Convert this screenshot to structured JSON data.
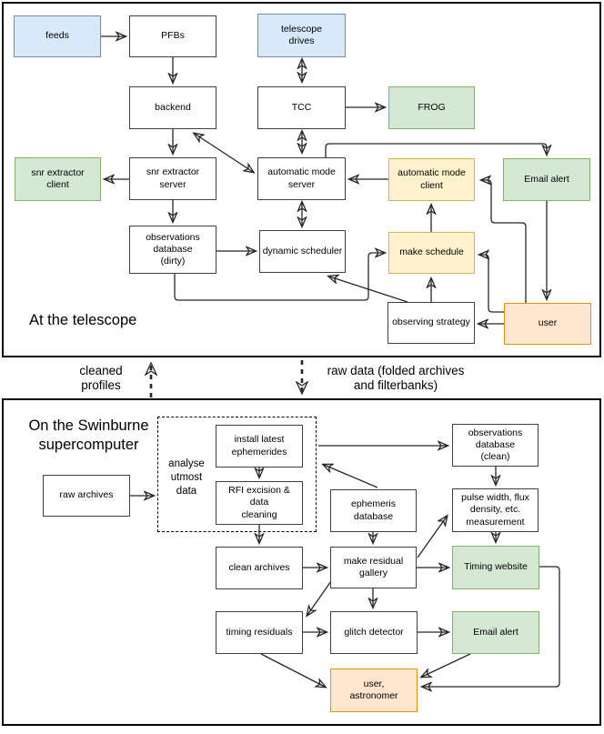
{
  "sections": {
    "telescope": {
      "label": "At the telescope"
    },
    "supercomputer": {
      "label": "On the Swinburne\nsupercomputer"
    }
  },
  "divider": {
    "cleaned_profiles_label": "cleaned\nprofiles",
    "raw_data_label": "raw data (folded archives\nand filterbanks)"
  },
  "group": {
    "analyse-utmost-data": {
      "label": "analyse\nutmost\ndata"
    }
  },
  "nodes": {
    "feeds": {
      "label": "feeds",
      "type": "blue"
    },
    "pfbs": {
      "label": "PFBs",
      "type": "white"
    },
    "telescope-drives": {
      "label": "telescope\ndrives",
      "type": "blue"
    },
    "backend": {
      "label": "backend",
      "type": "white"
    },
    "tcc": {
      "label": "TCC",
      "type": "white"
    },
    "frog": {
      "label": "FROG",
      "type": "green"
    },
    "snr-extractor-client": {
      "label": "snr extractor\nclient",
      "type": "green"
    },
    "snr-extractor-server": {
      "label": "snr extractor\nserver",
      "type": "white"
    },
    "automatic-mode-server": {
      "label": "automatic mode\nserver",
      "type": "white"
    },
    "automatic-mode-client": {
      "label": "automatic mode\nclient",
      "type": "yellow"
    },
    "email-alert-telescope": {
      "label": "Email alert",
      "type": "green"
    },
    "observations-database-dirty": {
      "label": "observations\ndatabase\n(dirty)",
      "type": "white"
    },
    "dynamic-scheduler": {
      "label": "dynamic scheduler",
      "type": "white"
    },
    "make-schedule": {
      "label": "make schedule",
      "type": "yellow"
    },
    "observing-strategy": {
      "label": "observing strategy",
      "type": "white"
    },
    "user": {
      "label": "user",
      "type": "orange"
    },
    "raw-archives": {
      "label": "raw archives",
      "type": "white"
    },
    "install-latest-ephemerides": {
      "label": "install latest\nephemerides",
      "type": "white"
    },
    "rfi-excision-data-cleaning": {
      "label": "RFI excision & data\ncleaning",
      "type": "white"
    },
    "observations-database-clean": {
      "label": "observations\ndatabase\n(clean)",
      "type": "white"
    },
    "ephemeris-database": {
      "label": "ephemeris\ndatabase",
      "type": "white"
    },
    "pulse-width-measurement": {
      "label": "pulse width, flux\ndensity, etc.\nmeasurement",
      "type": "white"
    },
    "clean-archives": {
      "label": "clean archives",
      "type": "white"
    },
    "make-residual-gallery": {
      "label": "make residual\ngallery",
      "type": "white"
    },
    "timing-website": {
      "label": "Timing website",
      "type": "green"
    },
    "timing-residuals": {
      "label": "timing residuals",
      "type": "white"
    },
    "glitch-detector": {
      "label": "glitch detector",
      "type": "white"
    },
    "email-alert-supercomputer": {
      "label": "Email alert",
      "type": "green"
    },
    "user-astronomer": {
      "label": "user,\nastronomer",
      "type": "orange"
    }
  },
  "edges": [
    {
      "from": "feeds",
      "to": "pfbs"
    },
    {
      "from": "pfbs",
      "to": "backend"
    },
    {
      "from": "telescope-drives",
      "to": "tcc",
      "bidirectional": true
    },
    {
      "from": "tcc",
      "to": "frog"
    },
    {
      "from": "tcc",
      "to": "automatic-mode-server",
      "bidirectional": true
    },
    {
      "from": "backend",
      "to": "snr-extractor-server"
    },
    {
      "from": "backend",
      "to": "automatic-mode-server",
      "bidirectional": true
    },
    {
      "from": "snr-extractor-server",
      "to": "snr-extractor-client"
    },
    {
      "from": "snr-extractor-server",
      "to": "observations-database-dirty"
    },
    {
      "from": "automatic-mode-client",
      "to": "automatic-mode-server"
    },
    {
      "from": "make-schedule",
      "to": "automatic-mode-client"
    },
    {
      "from": "automatic-mode-server",
      "to": "email-alert-telescope"
    },
    {
      "from": "email-alert-telescope",
      "to": "user"
    },
    {
      "from": "user",
      "to": "automatic-mode-client"
    },
    {
      "from": "user",
      "to": "make-schedule"
    },
    {
      "from": "user",
      "to": "observing-strategy"
    },
    {
      "from": "observing-strategy",
      "to": "make-schedule"
    },
    {
      "from": "observing-strategy",
      "to": "dynamic-scheduler"
    },
    {
      "from": "observations-database-dirty",
      "to": "dynamic-scheduler"
    },
    {
      "from": "automatic-mode-server",
      "to": "dynamic-scheduler",
      "bidirectional": true
    },
    {
      "from": "observations-database-dirty",
      "to": "make-schedule"
    },
    {
      "from": "supercomputer-section",
      "to": "telescope-section",
      "dashed": true,
      "label": "cleaned profiles"
    },
    {
      "from": "telescope-section",
      "to": "supercomputer-section",
      "dashed": true,
      "label": "raw data (folded archives and filterbanks)"
    },
    {
      "from": "raw-archives",
      "to": "analyse-utmost-data"
    },
    {
      "from": "install-latest-ephemerides",
      "to": "rfi-excision-data-cleaning"
    },
    {
      "from": "install-latest-ephemerides",
      "to": "observations-database-clean"
    },
    {
      "from": "ephemeris-database",
      "to": "analyse-utmost-data"
    },
    {
      "from": "rfi-excision-data-cleaning",
      "to": "clean-archives"
    },
    {
      "from": "ephemeris-database",
      "to": "make-residual-gallery"
    },
    {
      "from": "observations-database-clean",
      "to": "pulse-width-measurement"
    },
    {
      "from": "pulse-width-measurement",
      "to": "timing-website"
    },
    {
      "from": "clean-archives",
      "to": "make-residual-gallery"
    },
    {
      "from": "make-residual-gallery",
      "to": "timing-website"
    },
    {
      "from": "make-residual-gallery",
      "to": "pulse-width-measurement"
    },
    {
      "from": "make-residual-gallery",
      "to": "glitch-detector"
    },
    {
      "from": "make-residual-gallery",
      "to": "timing-residuals"
    },
    {
      "from": "timing-residuals",
      "to": "glitch-detector"
    },
    {
      "from": "glitch-detector",
      "to": "email-alert-supercomputer"
    },
    {
      "from": "timing-residuals",
      "to": "user-astronomer"
    },
    {
      "from": "email-alert-supercomputer",
      "to": "user-astronomer"
    },
    {
      "from": "timing-website",
      "to": "user-astronomer"
    }
  ],
  "colors": {
    "blue_fill": "#dae8fc",
    "blue_stroke": "#6c8ebf",
    "green_fill": "#d5e8d4",
    "green_stroke": "#82b366",
    "yellow_fill": "#fff2cc",
    "yellow_stroke": "#d6b656",
    "orange_fill": "#ffe6cc",
    "orange_stroke": "#d79b00",
    "white_fill": "#ffffff",
    "line": "#262626",
    "border": "#000000"
  }
}
